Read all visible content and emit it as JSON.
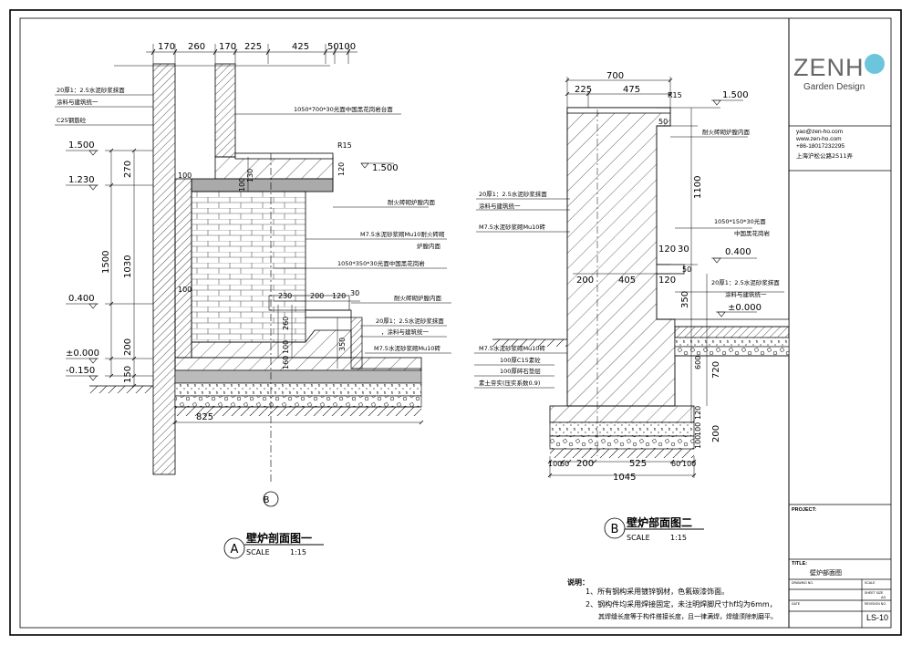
{
  "colors": {
    "logo_gray": "#666666",
    "logo_o": "#6cc5dc",
    "line": "#000000"
  },
  "title_block": {
    "logo_left": "ZEN",
    "logo_h": "H",
    "logo_o": "O",
    "logo_sub": "Garden Design",
    "email": "yao@zen-ho.com",
    "web": "www.zen-ho.com",
    "phone": "+86-18017232295",
    "address": "上海沪松公路2511弄",
    "project_label": "PROJECT:",
    "title_label": "TITLE:",
    "title_value": "壁炉部面图",
    "drawing_no_label": "DRAWING NO.",
    "scale_label": "SCALE",
    "sheet_size_label": "SHEET SIZE",
    "sheet_size_value": "A3",
    "date_label": "DATE",
    "revision_label": "REVISION NO.",
    "sheet_no": "LS-10"
  },
  "section_a": {
    "marker": "A",
    "title": "壁炉剖面图一",
    "scale_label": "SCALE",
    "scale": "1:15",
    "cut_marker": "B",
    "top_dims": [
      "170",
      "260",
      "170",
      "225",
      "425",
      "50",
      "100"
    ],
    "bottom_dim": "825",
    "left_dims": [
      "270",
      "1500",
      "1030",
      "200",
      "150"
    ],
    "levels": [
      "1.500",
      "1.230",
      "0.400",
      "±0.000",
      "-0.150"
    ],
    "inner_dims": [
      "100",
      "100",
      "130",
      "100",
      "120",
      "230",
      "200",
      "120",
      "30",
      "260",
      "100",
      "160",
      "350"
    ],
    "level_right": "1.500",
    "radius": "R15",
    "notes": [
      "20厚1：2.5水泥砂浆抹面",
      "涂料与建筑统一",
      "C25钢筋砼",
      "1050*700*30光面中国黑花岗岩台面",
      "耐火砖砌炉膛内面",
      "M7.5水泥砂浆砌Mu10耐火砖砌",
      "炉膛内面",
      "1050*350*30光面中国黑花岗岩",
      "耐火砖砌炉膛内面",
      "20厚1：2.5水泥砂浆抹面",
      "，涂料与建筑统一",
      "M7.5水泥砂浆砌Mu10砖"
    ]
  },
  "section_b": {
    "marker": "B",
    "title": "壁炉部面图二",
    "scale_label": "SCALE",
    "scale": "1:15",
    "top_dims": [
      "700",
      "225",
      "475"
    ],
    "radius": "R15",
    "level_top": "1.500",
    "level_mid": "0.400",
    "level_zero": "±0.000",
    "inner_dims": [
      "50",
      "1100",
      "120",
      "30",
      "120",
      "50",
      "200",
      "405",
      "120",
      "350",
      "600",
      "720",
      "120",
      "100",
      "100",
      "200"
    ],
    "bottom_dims": [
      "100",
      "60",
      "200",
      "525",
      "60",
      "100"
    ],
    "bottom_total": "1045",
    "notes_right": [
      "耐火砖砌炉膛内面",
      "1050*150*30光面",
      "中国黑花岗岩",
      "20厚1：2.5水泥砂浆抹面",
      "涂料与建筑统一"
    ],
    "notes_left": [
      "20厚1：2.5水泥砂浆抹面",
      "涂料与建筑统一",
      "M7.5水泥砂浆砌Mu10砖",
      "M7.5水泥砂浆砌Mu10砖",
      "100厚C15素砼",
      "100厚碎石垫层",
      "素土夯实(压实系数0.9)"
    ]
  },
  "notes": {
    "heading": "说明：",
    "items": [
      "1、所有钢构采用镀锌钢材，色氟碳漆饰面。",
      "2、钢构件均采用焊接固定，未注明焊脚尺寸hf均为6mm，",
      "其焊缝长度等于构件搭接长度，且一律满焊，焊缝须除刺磨平。"
    ]
  }
}
